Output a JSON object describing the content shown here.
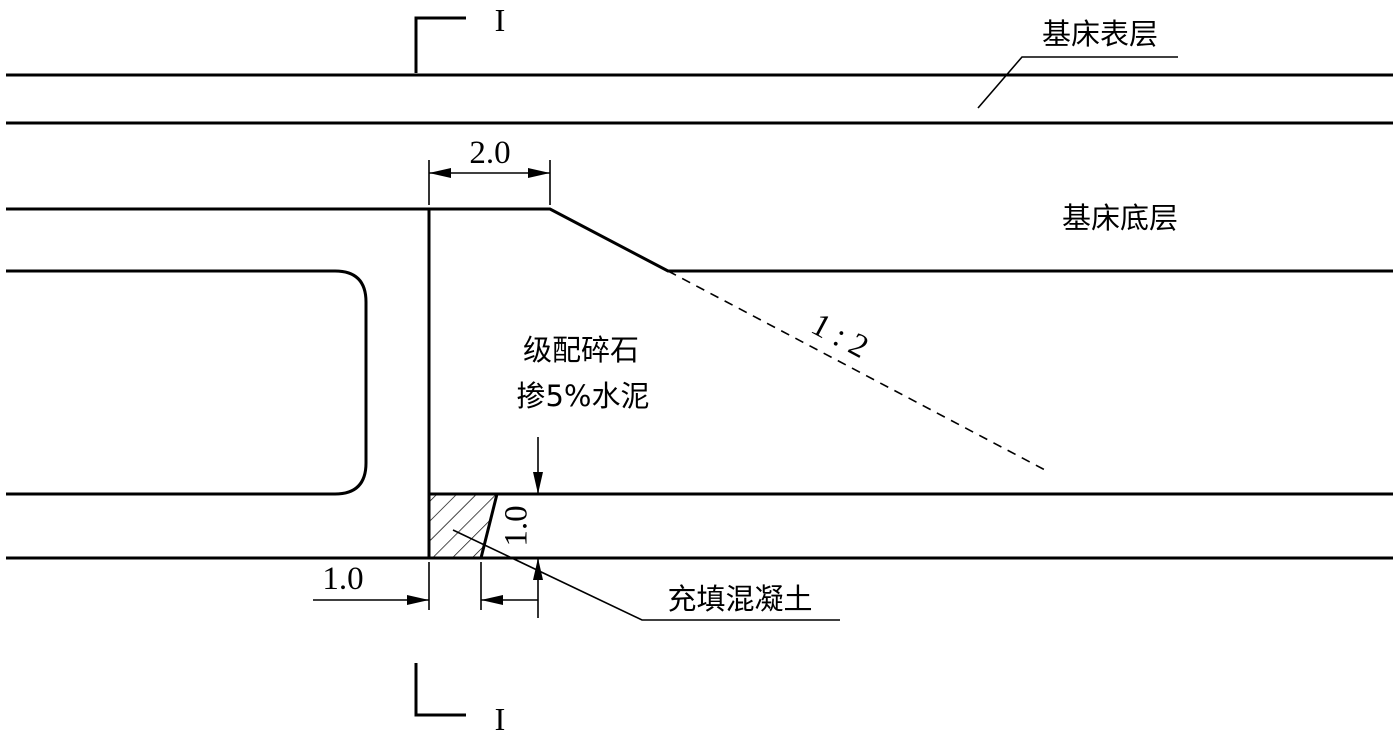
{
  "section_marks": {
    "top": "I",
    "bottom": "I"
  },
  "labels": {
    "subgrade_surface": "基床表层",
    "subgrade_bottom": "基床底层",
    "fill_material_line1": "级配碎石",
    "fill_material_line2": "掺5%水泥",
    "slope_ratio": "1 : 2",
    "concrete_fill": "充填混凝土"
  },
  "dimensions": {
    "top_width": "2.0",
    "bottom_offset": "1.0",
    "hatched_height": "1.0"
  },
  "colors": {
    "line": "#000000",
    "background": "#ffffff"
  }
}
